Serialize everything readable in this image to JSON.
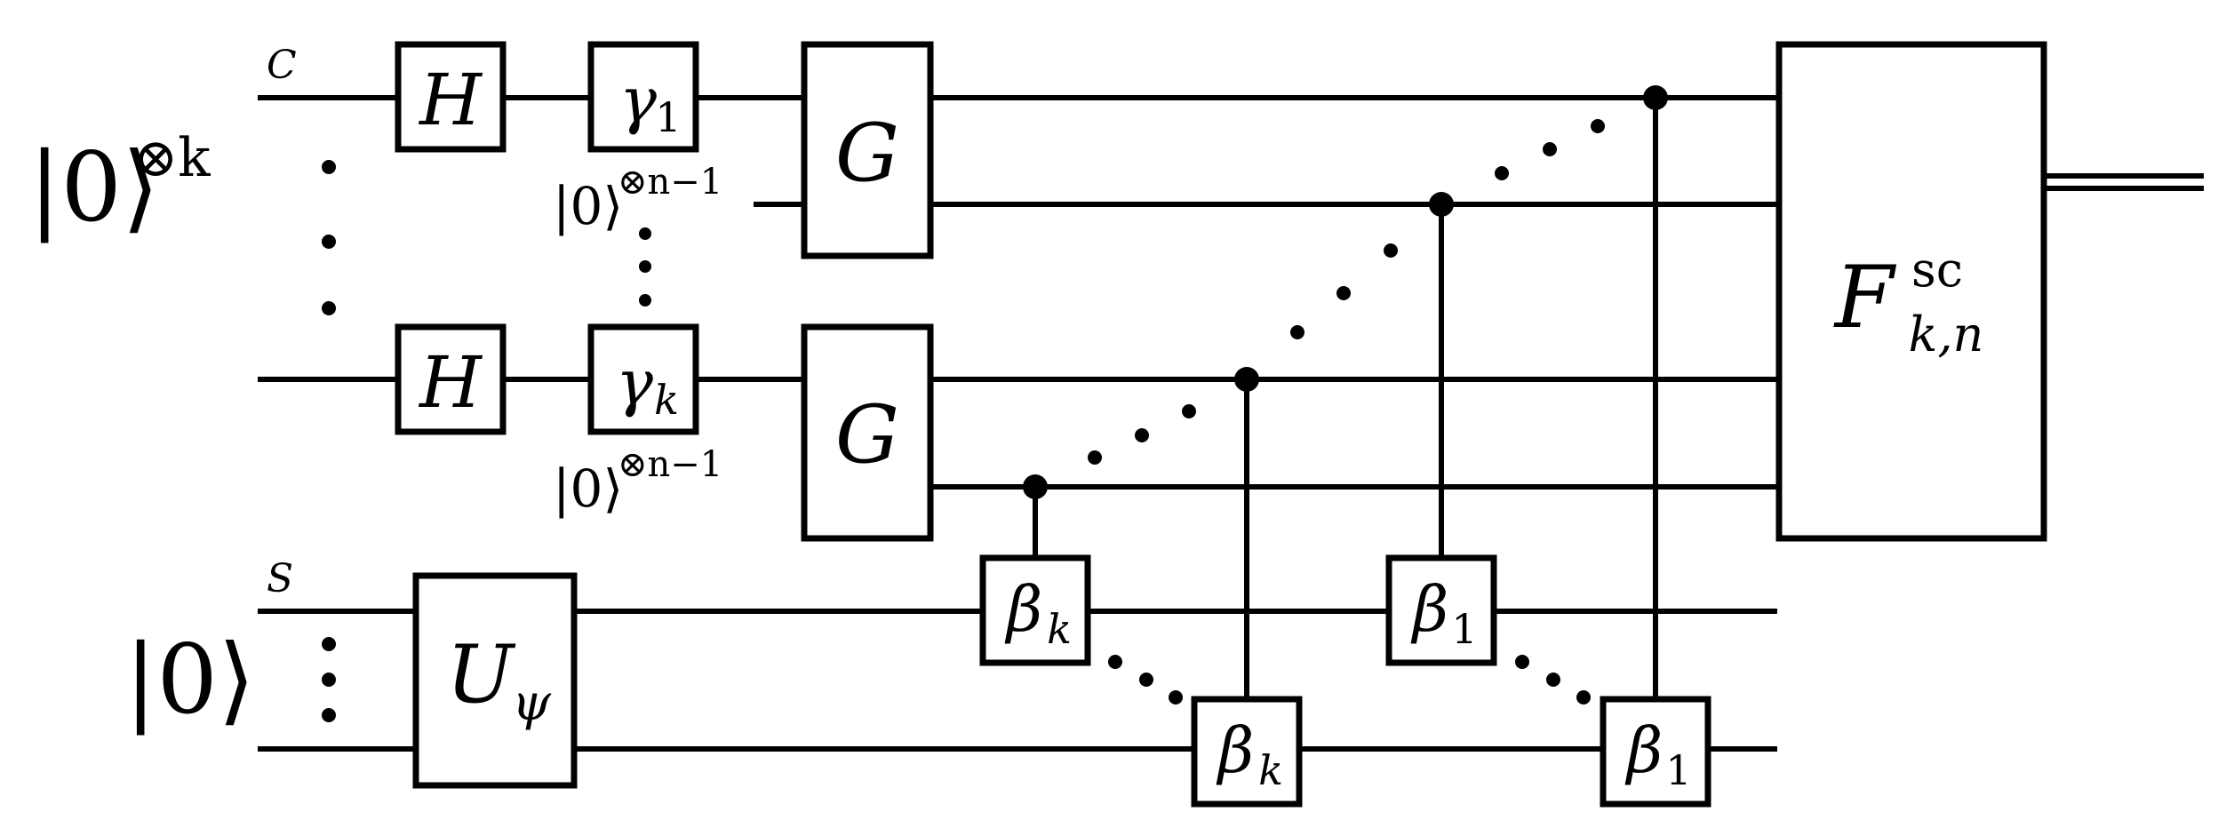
{
  "registers": {
    "control_state": "|0⟩",
    "control_power": "⊗k",
    "control_label": "C",
    "system_state": "|0⟩",
    "system_label": "S"
  },
  "ancilla": {
    "top": {
      "state": "|0⟩",
      "power": "⊗n−1"
    },
    "bottom": {
      "state": "|0⟩",
      "power": "⊗n−1"
    }
  },
  "gates": {
    "hadamard": "H",
    "gamma_1": {
      "base": "γ",
      "sub": "1"
    },
    "gamma_k": {
      "base": "γ",
      "sub": "k"
    },
    "g": "G",
    "u_psi": {
      "base": "U",
      "sub": "ψ"
    },
    "beta_k": {
      "base": "β",
      "sub": "k"
    },
    "beta_1": {
      "base": "β",
      "sub": "1"
    },
    "final": {
      "base": "F",
      "sup": "sc",
      "sub": "k,n"
    }
  }
}
